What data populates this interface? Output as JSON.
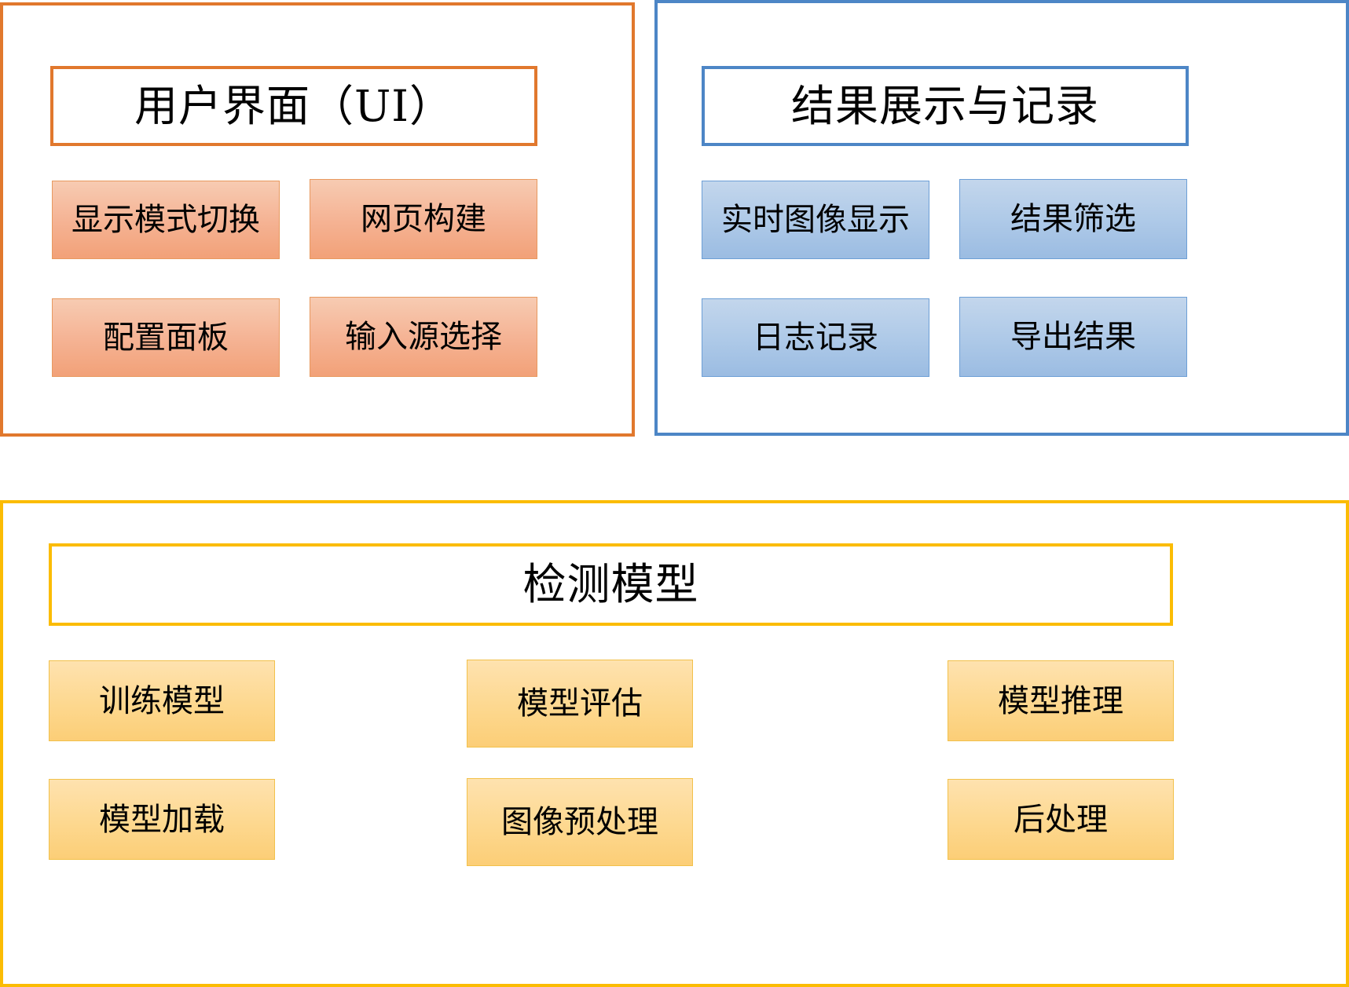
{
  "diagram": {
    "type": "block-diagram",
    "background_color": "#ffffff",
    "groups": [
      {
        "id": "ui",
        "title": "用户界面（UI）",
        "accent_color": "#E1782D",
        "leaf_fill": "#F5B394",
        "items": [
          {
            "label": "显示模式切换"
          },
          {
            "label": "网页构建"
          },
          {
            "label": "配置面板"
          },
          {
            "label": "输入源选择"
          }
        ]
      },
      {
        "id": "results",
        "title": "结果展示与记录",
        "accent_color": "#4D86C6",
        "leaf_fill": "#AFCAE8",
        "items": [
          {
            "label": "实时图像显示"
          },
          {
            "label": "结果筛选"
          },
          {
            "label": "日志记录"
          },
          {
            "label": "导出结果"
          }
        ]
      },
      {
        "id": "model",
        "title": "检测模型",
        "accent_color": "#FBBC04",
        "leaf_fill": "#FDD88F",
        "items": [
          {
            "label": "训练模型"
          },
          {
            "label": "模型评估"
          },
          {
            "label": "模型推理"
          },
          {
            "label": "模型加载"
          },
          {
            "label": "图像预处理"
          },
          {
            "label": "后处理"
          }
        ]
      }
    ]
  }
}
